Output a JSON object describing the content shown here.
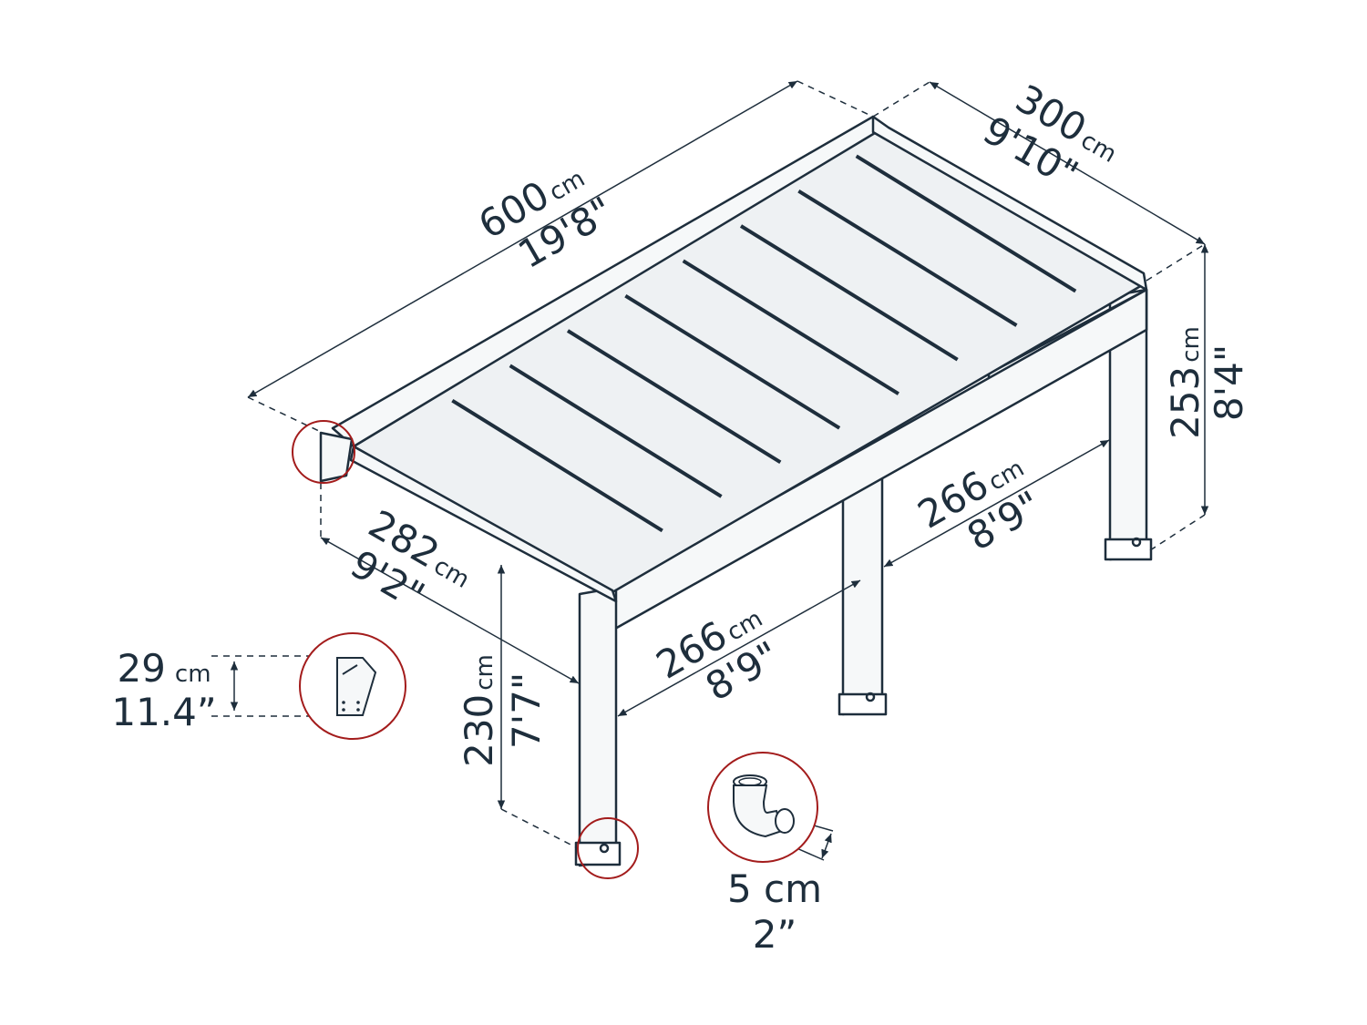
{
  "colors": {
    "line": "#1e2e3c",
    "panel": "#eef1f3",
    "fill": "#f6f8f9",
    "callout": "#a31c1c"
  },
  "dimensions": {
    "length": {
      "metric": "600",
      "metric_unit": "cm",
      "imperial": "19'8\""
    },
    "depth": {
      "metric": "300",
      "metric_unit": "cm",
      "imperial": "9'10\""
    },
    "height_max": {
      "metric": "253",
      "metric_unit": "cm",
      "imperial": "8'4\""
    },
    "height_min": {
      "metric": "230",
      "metric_unit": "cm",
      "imperial": "7'7\""
    },
    "post_depth": {
      "metric": "282",
      "metric_unit": "cm",
      "imperial": "9'2\""
    },
    "span_front": {
      "metric": "266",
      "metric_unit": "cm",
      "imperial": "8'9\""
    },
    "span_rear": {
      "metric": "266",
      "metric_unit": "cm",
      "imperial": "8'9\""
    },
    "gutter_height": {
      "metric": "29",
      "metric_unit": "cm",
      "imperial": "11.4”"
    },
    "drain": {
      "metric": "5 cm",
      "imperial": "2”"
    }
  }
}
